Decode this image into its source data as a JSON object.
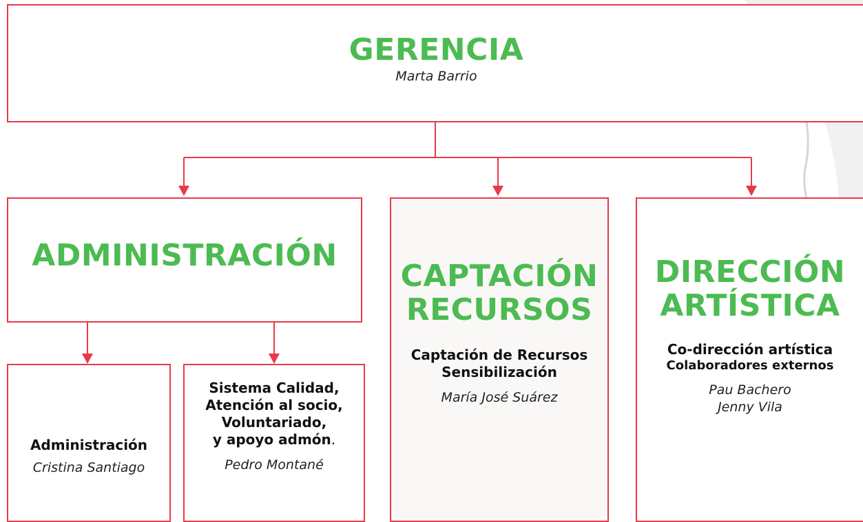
{
  "colors": {
    "border": "#e8394a",
    "title": "#4cbb52",
    "text": "#111111"
  },
  "gerencia": {
    "title": "GERENCIA",
    "person": "Marta Barrio"
  },
  "administracion": {
    "title": "ADMINISTRACIÓN",
    "children": [
      {
        "role": "Administración",
        "person": "Cristina Santiago"
      },
      {
        "role_lines": [
          "Sistema Calidad,",
          "Atención al socio,",
          "Voluntariado,",
          "y apoyo admón"
        ],
        "role_suffix": ".",
        "person": "Pedro Montané"
      }
    ]
  },
  "captacion": {
    "title_lines": [
      "CAPTACIÓN",
      "RECURSOS"
    ],
    "role_lines": [
      "Captación de Recursos",
      "Sensibilización"
    ],
    "person": "María José Suárez"
  },
  "direccion": {
    "title_lines": [
      "DIRECCIÓN",
      "ARTÍSTICA"
    ],
    "role_line1": "Co-dirección artística",
    "role_line2": "Colaboradores externos",
    "persons": [
      "Pau Bachero",
      "Jenny Vila"
    ]
  }
}
